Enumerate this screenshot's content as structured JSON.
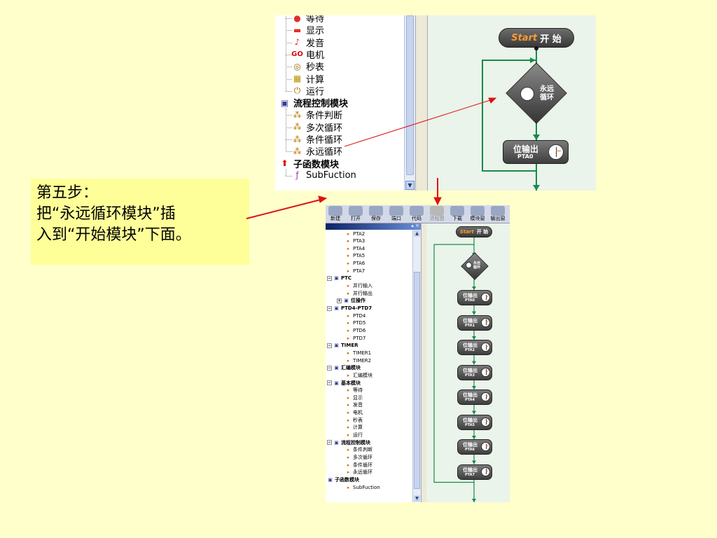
{
  "note": {
    "line1": "第五步：",
    "line2": "把“永远循环模块”插",
    "line3": "入到“开始模块”下面。"
  },
  "top_screenshot": {
    "tree_items": [
      {
        "label": "等待",
        "icon": "wait-icon"
      },
      {
        "label": "显示",
        "icon": "display-icon"
      },
      {
        "label": "发音",
        "icon": "sound-icon"
      },
      {
        "label": "电机",
        "icon": "motor-icon"
      },
      {
        "label": "秒表",
        "icon": "stopwatch-icon"
      },
      {
        "label": "计算",
        "icon": "calc-icon"
      },
      {
        "label": "运行",
        "icon": "power-icon"
      },
      {
        "label": "流程控制模块",
        "icon": "folder-icon"
      },
      {
        "label": "条件判断",
        "icon": "flow-icon"
      },
      {
        "label": "多次循环",
        "icon": "flow-icon"
      },
      {
        "label": "条件循环",
        "icon": "flow-icon"
      },
      {
        "label": "永远循环",
        "icon": "flow-icon"
      },
      {
        "label": "子函数模块",
        "icon": "up-arrow-icon"
      },
      {
        "label": "SubFuction",
        "icon": "function-icon"
      }
    ],
    "flow": {
      "start_en": "Start",
      "start_cn": "开 始",
      "loop_label": "永远\n循环",
      "output_line1": "位输出",
      "output_line2": "PTA0"
    }
  },
  "bottom_screenshot": {
    "toolbar": [
      {
        "label": "新建",
        "enabled": true
      },
      {
        "label": "打开",
        "enabled": true
      },
      {
        "label": "保存",
        "enabled": true
      },
      {
        "label": "端口",
        "enabled": true
      },
      {
        "label": "代码",
        "enabled": true
      },
      {
        "label": "流程图",
        "enabled": false
      },
      {
        "label": "下载",
        "enabled": true
      },
      {
        "label": "模块窗",
        "enabled": true
      },
      {
        "label": "输出窗",
        "enabled": true
      }
    ],
    "panel_controls": "▴ ×",
    "tree_items": [
      {
        "label": "PTA2",
        "indent": 3
      },
      {
        "label": "PTA3",
        "indent": 3
      },
      {
        "label": "PTA4",
        "indent": 3
      },
      {
        "label": "PTA5",
        "indent": 3
      },
      {
        "label": "PTA6",
        "indent": 3
      },
      {
        "label": "PTA7",
        "indent": 3
      },
      {
        "label": "PTC",
        "indent": 1,
        "bold": true,
        "exp": "−"
      },
      {
        "label": "并行输入",
        "indent": 3
      },
      {
        "label": "并行输出",
        "indent": 3
      },
      {
        "label": "位操作",
        "indent": 2,
        "bold": true,
        "exp": "+"
      },
      {
        "label": "PTD4-PTD7",
        "indent": 1,
        "bold": true,
        "exp": "−"
      },
      {
        "label": "PTD4",
        "indent": 3
      },
      {
        "label": "PTD5",
        "indent": 3
      },
      {
        "label": "PTD6",
        "indent": 3
      },
      {
        "label": "PTD7",
        "indent": 3
      },
      {
        "label": "TIMER",
        "indent": 1,
        "bold": true,
        "exp": "−"
      },
      {
        "label": "TIMER1",
        "indent": 3
      },
      {
        "label": "TIMER2",
        "indent": 3
      },
      {
        "label": "汇编模块",
        "indent": 1,
        "bold": true,
        "exp": "−"
      },
      {
        "label": "汇编模块",
        "indent": 3
      },
      {
        "label": "基本模块",
        "indent": 1,
        "bold": true,
        "exp": "−"
      },
      {
        "label": "等待",
        "indent": 3
      },
      {
        "label": "显示",
        "indent": 3
      },
      {
        "label": "发音",
        "indent": 3
      },
      {
        "label": "电机",
        "indent": 3
      },
      {
        "label": "秒表",
        "indent": 3
      },
      {
        "label": "计算",
        "indent": 3
      },
      {
        "label": "运行",
        "indent": 3
      },
      {
        "label": "流程控制模块",
        "indent": 1,
        "bold": true,
        "exp": "−"
      },
      {
        "label": "条件判断",
        "indent": 3
      },
      {
        "label": "多次循环",
        "indent": 3
      },
      {
        "label": "条件循环",
        "indent": 3
      },
      {
        "label": "永远循环",
        "indent": 3
      },
      {
        "label": "子函数模块",
        "indent": 1,
        "bold": true
      },
      {
        "label": "SubFuction",
        "indent": 3
      }
    ],
    "flow": {
      "start_en": "Start",
      "start_cn": "开 始",
      "loop_label": "永远\n循环",
      "outputs": [
        {
          "line1": "位输出",
          "line2": "PTA0"
        },
        {
          "line1": "位输出",
          "line2": "PTA1"
        },
        {
          "line1": "位输出",
          "line2": "PTA2"
        },
        {
          "line1": "位输出",
          "line2": "PTA3"
        },
        {
          "line1": "位输出",
          "line2": "PTA4"
        },
        {
          "line1": "位输出",
          "line2": "PTA5"
        },
        {
          "line1": "位输出",
          "line2": "PTA6"
        },
        {
          "line1": "位输出",
          "line2": "PTA7"
        }
      ]
    }
  },
  "colors": {
    "background": "#ffffcc",
    "note_bg": "#ffff99",
    "arrow_red": "#e01010",
    "flow_green": "#1a8a4a",
    "start_orange": "#ff9a2e"
  }
}
